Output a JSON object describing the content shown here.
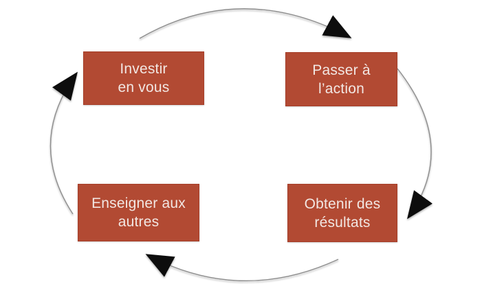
{
  "diagram": {
    "type": "cycle",
    "direction": "clockwise",
    "nodes": [
      {
        "id": "investir",
        "label": "Investir\nen vous"
      },
      {
        "id": "passer",
        "label": "Passer à\nl’action"
      },
      {
        "id": "obtenir",
        "label": "Obtenir des\nrésultats"
      },
      {
        "id": "enseigner",
        "label": "Enseigner aux\nautres"
      }
    ],
    "edges": [
      {
        "from": "investir",
        "to": "passer"
      },
      {
        "from": "passer",
        "to": "obtenir"
      },
      {
        "from": "obtenir",
        "to": "enseigner"
      },
      {
        "from": "enseigner",
        "to": "investir"
      }
    ]
  },
  "colors": {
    "box-fill": "#b24a33",
    "box-border": "#a63e29",
    "box-text": "#f2e7e3",
    "arc-line": "#8c8c8c",
    "arrowhead": "#0d0d0d",
    "background": "#ffffff"
  }
}
